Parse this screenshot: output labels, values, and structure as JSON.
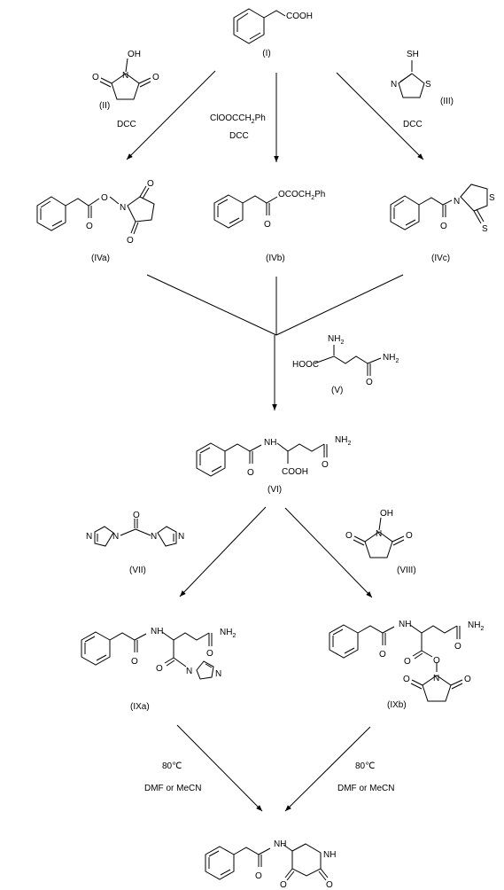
{
  "compounds": {
    "I": {
      "label": "(I)",
      "groups": {
        "acid": "COOH"
      }
    },
    "II": {
      "label": "(II)",
      "groups": {
        "oh": "OH",
        "n": "N",
        "o1": "O",
        "o2": "O"
      }
    },
    "III": {
      "label": "(III)",
      "groups": {
        "sh": "SH",
        "n": "N",
        "s": "S"
      }
    },
    "IVa": {
      "label": "(IVa)",
      "groups": {
        "o_co": "O",
        "o_link": "O",
        "n": "N",
        "o1": "O",
        "o2": "O"
      }
    },
    "IVb": {
      "label": "(IVb)",
      "groups": {
        "o_co": "O",
        "ester": "OCOCH",
        "ester_sub": "2",
        "ester_tail": "Ph"
      }
    },
    "IVc": {
      "label": "(IVc)",
      "groups": {
        "o_co": "O",
        "n": "N",
        "s_ring": "S",
        "s_thione": "S"
      }
    },
    "V": {
      "label": "(V)",
      "groups": {
        "nh2": "NH",
        "nh2_sub": "2",
        "hooc": "HOOC",
        "o": "O",
        "amide_nh2": "NH",
        "amide_nh2_sub": "2"
      }
    },
    "VI": {
      "label": "(VI)",
      "groups": {
        "nh": "NH",
        "o_co": "O",
        "cooh": "COOH",
        "o_amide": "O",
        "nh2": "NH",
        "nh2_sub": "2"
      }
    },
    "VII": {
      "label": "(VII)",
      "groups": {
        "o": "O",
        "n1": "N",
        "n2": "N",
        "n3": "N",
        "n4": "N"
      }
    },
    "VIII": {
      "label": "(VIII)",
      "groups": {
        "oh": "OH",
        "n": "N",
        "o1": "O",
        "o2": "O"
      }
    },
    "IXa": {
      "label": "(IXa)",
      "groups": {
        "nh": "NH",
        "o_co": "O",
        "o_amide": "O",
        "nh2": "NH",
        "nh2_sub": "2",
        "o_im": "O",
        "n1": "N",
        "n2": "N"
      }
    },
    "IXb": {
      "label": "(IXb)",
      "groups": {
        "nh": "NH",
        "o_co": "O",
        "o_amide": "O",
        "nh2": "NH",
        "nh2_sub": "2",
        "o_est1": "O",
        "o_est2": "O",
        "n": "N",
        "o1": "O",
        "o2": "O"
      }
    },
    "X": {
      "groups": {
        "nh": "NH",
        "o_co": "O",
        "ring_nh": "NH",
        "o1": "O",
        "o2": "O"
      }
    }
  },
  "conditions": {
    "to_IVa": "DCC",
    "to_IVb_reagent": "ClOOCCH",
    "to_IVb_reagent_sub": "2",
    "to_IVb_reagent_tail": "Ph",
    "to_IVb": "DCC",
    "to_IVc": "DCC",
    "from_IXa_temp": "80℃",
    "from_IXa_solvent": "DMF or MeCN",
    "from_IXb_temp": "80℃",
    "from_IXb_solvent": "DMF or MeCN"
  }
}
